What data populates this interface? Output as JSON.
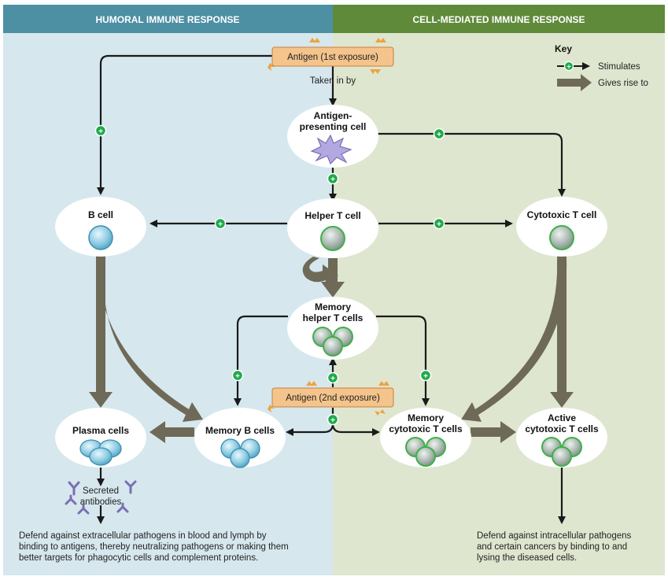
{
  "panels": {
    "humoral_title": "HUMORAL IMMUNE RESPONSE",
    "cell_mediated_title": "CELL-MEDIATED IMMUNE RESPONSE"
  },
  "key": {
    "title": "Key",
    "stimulates": "Stimulates",
    "gives_rise_to": "Gives rise to"
  },
  "antigen": {
    "first": "Antigen (1st exposure)",
    "second": "Antigen (2nd exposure)",
    "taken_in_by": "Taken in by"
  },
  "nodes": {
    "apc": [
      "Antigen-",
      "presenting cell"
    ],
    "b_cell": "B cell",
    "helper_t": "Helper T cell",
    "cytotoxic_t": "Cytotoxic T cell",
    "memory_helper_t": [
      "Memory",
      "helper T cells"
    ],
    "plasma": "Plasma cells",
    "memory_b": "Memory B cells",
    "memory_cytotoxic_t": [
      "Memory",
      "cytotoxic T cells"
    ],
    "active_cytotoxic_t": [
      "Active",
      "cytotoxic T cells"
    ]
  },
  "antibodies": [
    "Secreted",
    "antibodies"
  ],
  "footer": {
    "humoral": [
      "Defend against extracellular pathogens in blood and lymph by",
      "binding to antigens, thereby neutralizing pathogens or making them",
      "better targets for phagocytic cells and complement proteins."
    ],
    "cell_mediated": [
      "Defend against intracellular pathogens",
      "and certain cancers by binding to and",
      "lysing the diseased cells."
    ]
  },
  "colors": {
    "humoral_bg": "#d6e7ee",
    "cell_bg": "#dfe6cf",
    "humoral_header": "#4d8fa3",
    "cell_header": "#5f8a3a",
    "antigen_box": "#f4c48c",
    "antigen_border": "#c9803c",
    "plus_green": "#1faa4c",
    "big_arrow": "#6e6a57",
    "b_cell_fill": "#8ccbe3",
    "t_cell_fill": "#aedda8",
    "antibody": "#7b6fb3",
    "apc": "#b3a9e0"
  }
}
